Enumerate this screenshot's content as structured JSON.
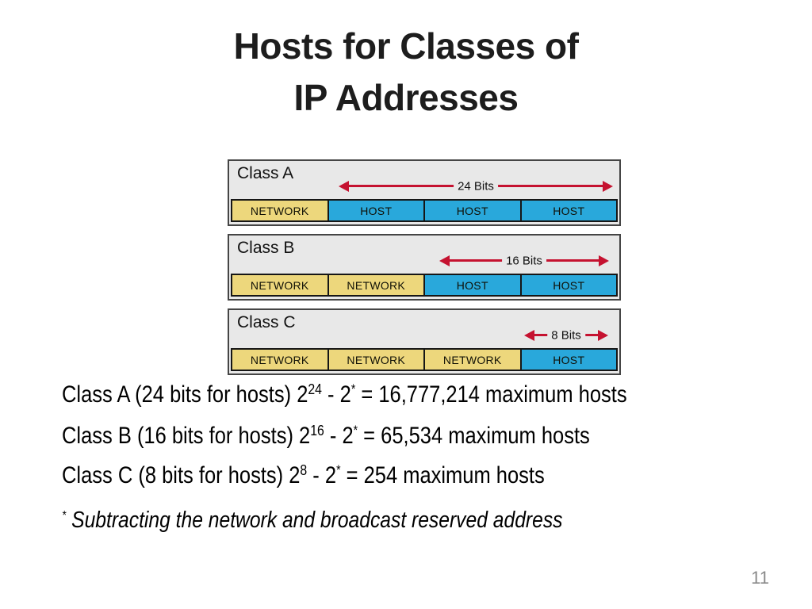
{
  "slide": {
    "title_line1": "Hosts for Classes of",
    "title_line2": "IP Addresses",
    "page_number": "11"
  },
  "colors": {
    "network_fill": "#EDD77C",
    "host_fill": "#29A8DB",
    "arrow_red": "#C51230",
    "panel_bg": "#E8E8E8",
    "page_number_gray": "#8A8A8A"
  },
  "diagram": {
    "panels": [
      {
        "label": "Class A",
        "bits_label": "24 Bits",
        "cells": [
          "NETWORK",
          "HOST",
          "HOST",
          "HOST"
        ]
      },
      {
        "label": "Class B",
        "bits_label": "16 Bits",
        "cells": [
          "NETWORK",
          "NETWORK",
          "HOST",
          "HOST"
        ]
      },
      {
        "label": "Class C",
        "bits_label": "8 Bits",
        "cells": [
          "NETWORK",
          "NETWORK",
          "NETWORK",
          "HOST"
        ]
      }
    ]
  },
  "formulas": [
    {
      "lead": "Class A (24 bits for hosts) 2",
      "exponent": "24",
      "minus": " - 2",
      "star": "*",
      "result": " = 16,777,214 maximum hosts"
    },
    {
      "lead": "Class B (16 bits for hosts) 2",
      "exponent": "16",
      "minus": " - 2",
      "star": "*",
      "result": " = 65,534 maximum hosts"
    },
    {
      "lead": "Class C (8 bits for hosts) 2",
      "exponent": "8",
      "minus": " - 2",
      "star": "*",
      "result": " = 254 maximum hosts"
    }
  ],
  "footnote": {
    "star": "*",
    "text": " Subtracting the network and broadcast reserved address"
  }
}
